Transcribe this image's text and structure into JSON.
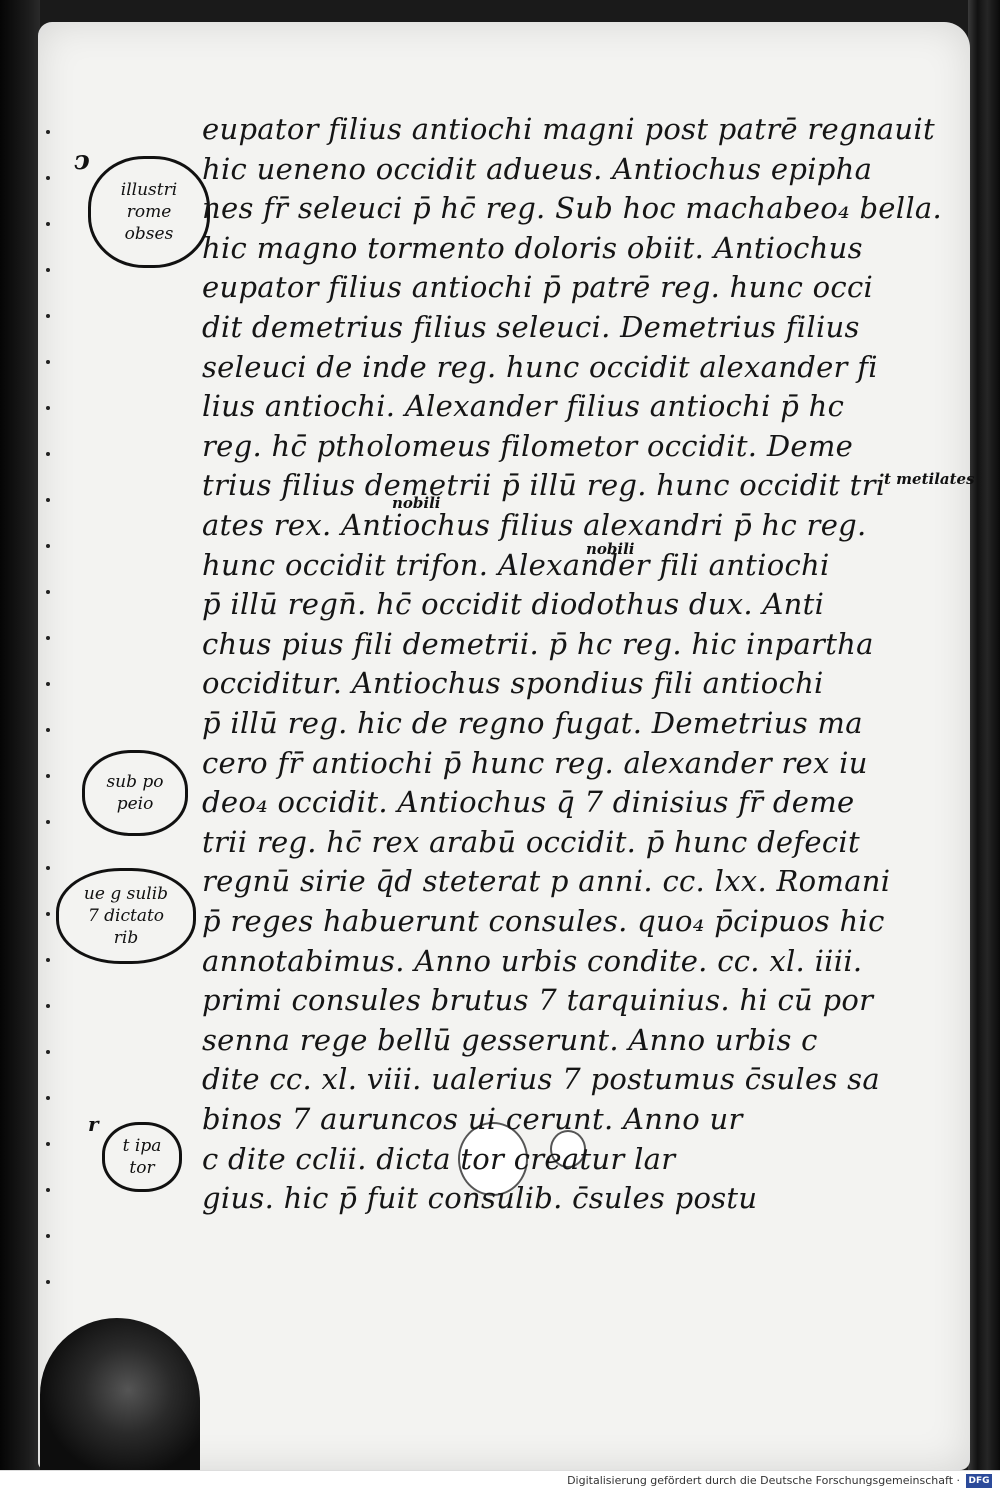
{
  "manuscript": {
    "lines": [
      "eupator filius antiochi magni post patrē regnauit",
      "hic ueneno occidit adueus. Antiochus epipha",
      "nes fr̄ seleuci p̄ hc̄ reg. Sub hoc machabeo₄ bella.",
      "hic magno tormento doloris obiit. Antiochus",
      "eupator filius antiochi p̄ patrē reg. hunc occi",
      "dit demetrius filius seleuci. Demetrius filius",
      "seleuci de inde reg. hunc occidit alexander fi",
      "lius antiochi. Alexander filius antiochi p̄ hc",
      "reg. hc̄ ptholomeus filometor occidit. Deme",
      "trius filius demetrii p̄ illū reg. hunc occidit tri",
      "ates rex. Antiochus filius alexandri p̄ hc reg.",
      "hunc occidit trifon. Alexander fili antiochi",
      "p̄ illū regn̄. hc̄ occidit diodothus dux. Anti",
      "chus pius fili demetrii. p̄ hc reg. hic inpartha",
      "occiditur. Antiochus spondius fili antiochi",
      "p̄ illū reg. hic de regno fugat. Demetrius ma",
      "cero fr̄ antiochi p̄ hunc reg. alexander rex iu",
      "deo₄ occidit. Antiochus q̄ 7 dinisius fr̄ deme",
      "trii reg. hc̄ rex arabū occidit. p̄ hunc defecit",
      "regnū sirie q̄d steterat p anni. cc. lxx. Romani",
      "p̄ reges habuerunt consules. quo₄ p̄cipuos hic",
      "annotabimus. Anno urbis condite. cc. xl. iiii.",
      "primi consules brutus 7 tarquinius. hi cū por",
      "senna rege bellū gesserunt. Anno urbis c",
      "dite cc. xl. viii. ualerius 7 postumus c̄sules sa",
      "binos 7 auruncos                ui       cerunt. Anno ur",
      "c dite cclii. dicta                        tor creatur lar",
      "gius. hic p̄ fuit                 consulib. c̄sules postu"
    ],
    "marginal_notes": {
      "note1": [
        "illustri",
        "rome",
        "obses"
      ],
      "note2": [
        "sub po",
        "peio"
      ],
      "note3": [
        "ue g sulib",
        "7 dictato",
        "rib"
      ],
      "note4": [
        "t ipa",
        "tor"
      ]
    },
    "interlinear_glosses": {
      "nobili_1": "nobili",
      "nobili_2": "nobili",
      "right_margin": "t metilates"
    },
    "marks": {
      "top_left": "ↄ",
      "lower_left": "r"
    }
  },
  "footer": {
    "text": "Digitalisierung gefördert durch die Deutsche Forschungsgemeinschaft ·",
    "logo": "DFG"
  }
}
